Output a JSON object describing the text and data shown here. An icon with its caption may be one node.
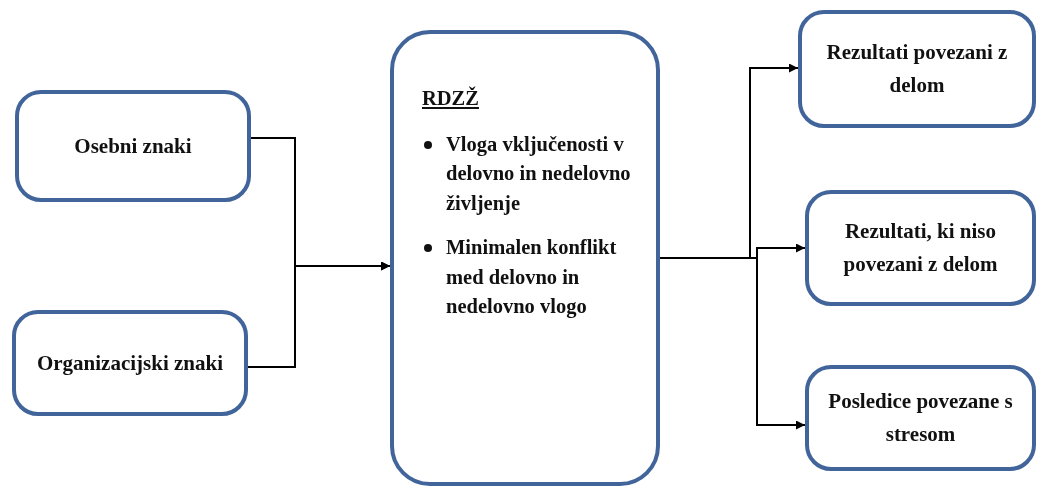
{
  "diagram": {
    "nodes": [
      {
        "text": [
          "Osebni znaki"
        ]
      },
      {
        "text": [
          "Organizacijski znaki"
        ]
      },
      {
        "text": [
          "RDZŽ",
          "Vloga vključenosti v delovno in nedelovno življenje",
          "Minimalen konflikt med delovno in nedelovno vlogo"
        ]
      },
      {
        "text": [
          "Rezultati povezani z delom"
        ]
      },
      {
        "text": [
          "Rezultati, ki niso povezani z delom"
        ]
      },
      {
        "text": [
          "Posledice povezane s stresom"
        ]
      }
    ],
    "edges": [
      {
        "from": 0,
        "to": 2,
        "arrow": "to"
      },
      {
        "from": 1,
        "to": 2,
        "arrow": "to"
      },
      {
        "from": 2,
        "to": 3,
        "arrow": "to"
      },
      {
        "from": 2,
        "to": 4,
        "arrow": "to"
      },
      {
        "from": 2,
        "to": 5,
        "arrow": "to"
      }
    ]
  }
}
